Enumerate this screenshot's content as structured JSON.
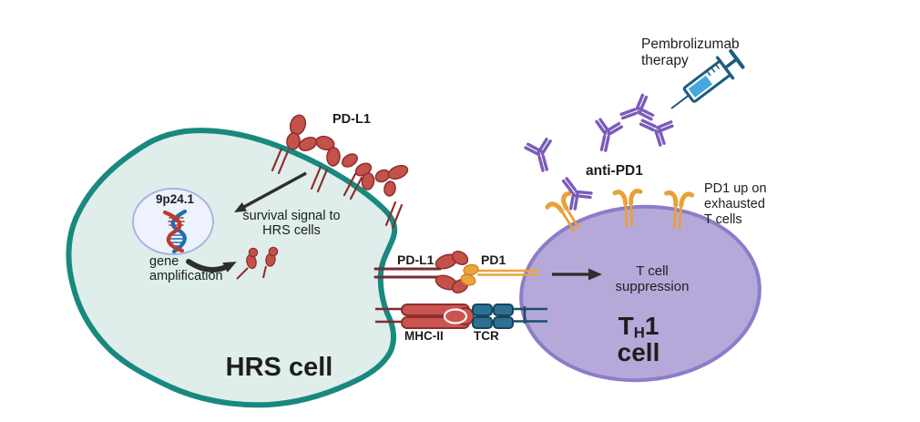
{
  "labels": {
    "pdl1_membrane": "PD-L1",
    "pembrolizumab_therapy": "Pembrolizumab\ntherapy",
    "anti_pd1": "anti-PD1",
    "pd1_exhausted": "PD1 up on\nexhausted\nT cells",
    "survival_signal": "survival signal to\nHRS cells",
    "gene_amplification": "gene\namplification",
    "gene_locus": "9p24.1",
    "pdl1_synapse": "PD-L1",
    "pd1_synapse": "PD1",
    "mhc2": "MHC-II",
    "tcr": "TCR",
    "t_cell_suppression": "T cell\nsuppression",
    "hrs_cell": "HRS cell",
    "th1_T": "T",
    "th1_H": "H",
    "th1_1": "1",
    "th1_cell": "cell"
  },
  "colors": {
    "hrs_membrane": "#19897f",
    "hrs_cytoplasm": "#dfeeea",
    "nucleus_fill": "#edf2fc",
    "nucleus_border": "#a9b4e4",
    "dna_red": "#c0392b",
    "dna_blue": "#1e6fad",
    "pdl1_red": "#c4524a",
    "pdl1_dark_outline": "#8c2f2c",
    "stalk_dark_red": "#7b2b35",
    "pd1_orange": "#eda43c",
    "tcr_blue": "#2e7093",
    "tcr_navy": "#1d4f66",
    "tcell_fill": "#b6a9da",
    "tcell_border": "#8b7dc7",
    "antibody_purple": "#7b5cb8",
    "syringe_outline": "#1d5c7e",
    "syringe_liquid": "#45a8e0",
    "arrow_dark": "#2e2e2e",
    "text": "#1d1d1d"
  },
  "icons": {
    "hrs_cell": "hrs-cell-blob",
    "nucleus": "nucleus-icon",
    "dna": "dna-helix-icon",
    "pdl1_receptor": "pdl1-receptor-icon",
    "pd1_receptor": "pd1-receptor-icon",
    "mhc2_complex": "mhc2-complex-icon",
    "tcr_complex": "tcr-complex-icon",
    "antibody": "antibody-icon",
    "syringe": "syringe-icon",
    "t_cell": "t-cell-ellipse"
  }
}
